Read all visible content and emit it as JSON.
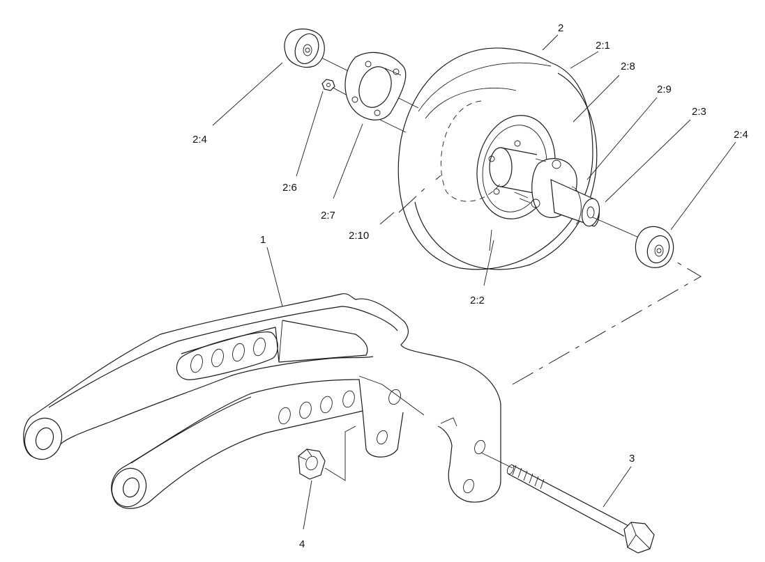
{
  "callouts": {
    "c_2": "2",
    "c_2_1": "2:1",
    "c_2_8": "2:8",
    "c_2_9": "2:9",
    "c_2_3": "2:3",
    "c_2_4_right": "2:4",
    "c_2_4_left": "2:4",
    "c_2_6": "2:6",
    "c_2_7": "2:7",
    "c_2_10": "2:10",
    "c_2_2": "2:2",
    "c_1": "1",
    "c_3": "3",
    "c_4": "4"
  }
}
